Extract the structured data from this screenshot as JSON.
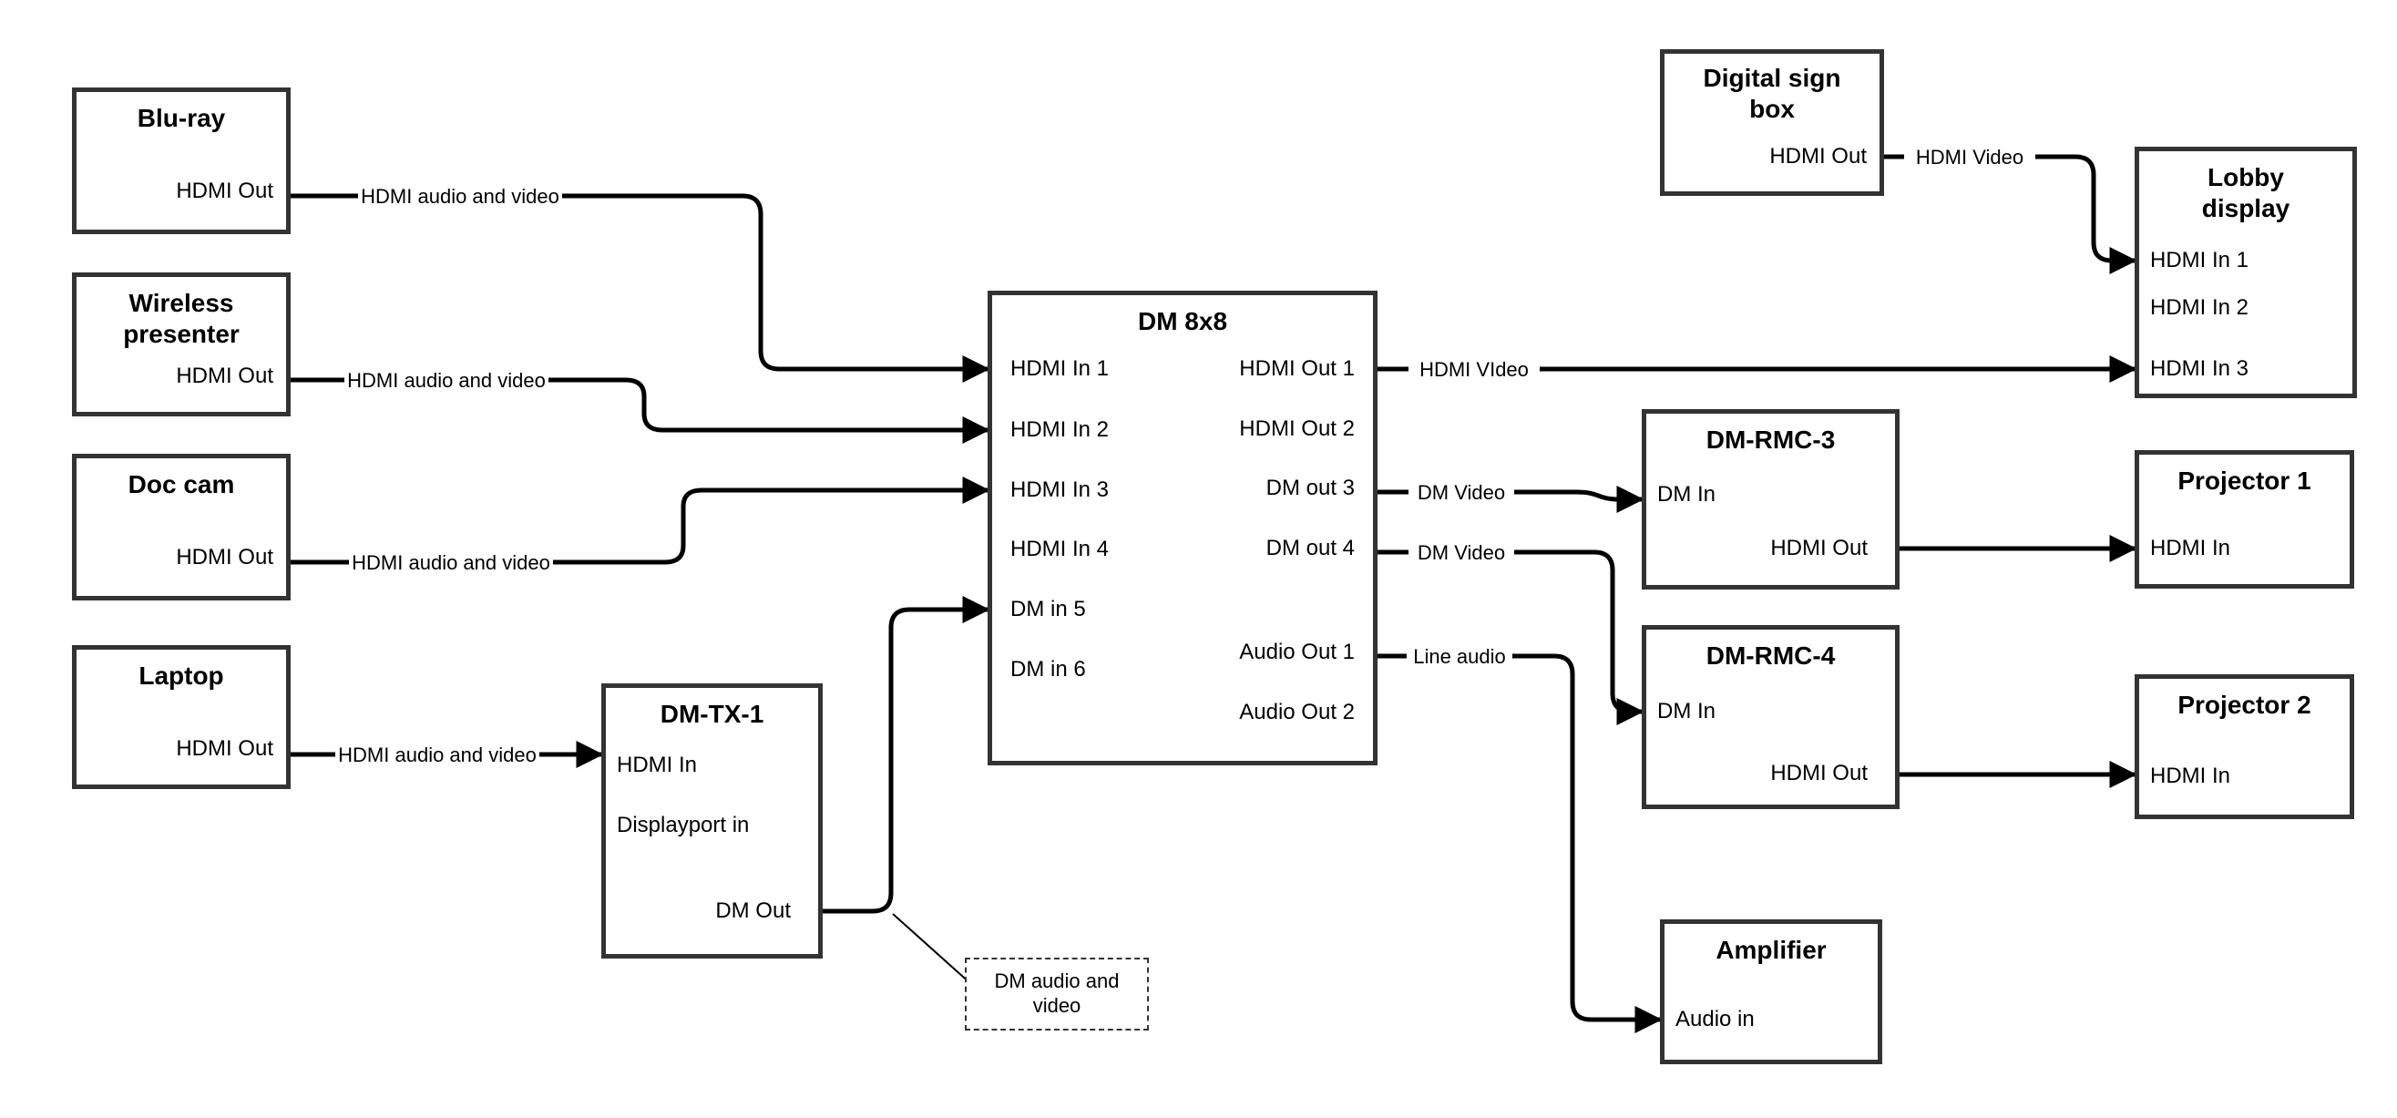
{
  "meta": {
    "background": "#ffffff",
    "wire_color": "#000000",
    "box_border_color": "#333333",
    "diagram_type": "av-signal-flow"
  },
  "nodes": {
    "bluray": {
      "title": "Blu-ray",
      "out_port": "HDMI Out"
    },
    "wireless": {
      "title_lines": [
        "Wireless",
        "presenter"
      ],
      "out_port": "HDMI Out"
    },
    "doccam": {
      "title": "Doc cam",
      "out_port": "HDMI Out"
    },
    "laptop": {
      "title": "Laptop",
      "out_port": "HDMI Out"
    },
    "dmtx1": {
      "title": "DM-TX-1",
      "in_ports": [
        "HDMI In",
        "Displayport in"
      ],
      "out_port": "DM Out"
    },
    "dm8x8": {
      "title": "DM 8x8",
      "in_ports": [
        "HDMI In 1",
        "HDMI In 2",
        "HDMI In 3",
        "HDMI In 4",
        "DM in 5",
        "DM in 6"
      ],
      "out_ports": [
        "HDMI Out 1",
        "HDMI Out 2",
        "DM out 3",
        "DM out 4",
        "Audio Out 1",
        "Audio Out 2"
      ]
    },
    "digitalsign": {
      "title_lines": [
        "Digital sign",
        "box"
      ],
      "out_port": "HDMI Out"
    },
    "lobby": {
      "title_lines": [
        "Lobby",
        "display"
      ],
      "in_ports": [
        "HDMI In 1",
        "HDMI In 2",
        "HDMI In 3"
      ]
    },
    "dmrmc3": {
      "title": "DM-RMC-3",
      "in_port": "DM In",
      "out_port": "HDMI Out"
    },
    "proj1": {
      "title": "Projector 1",
      "in_port": "HDMI In"
    },
    "dmrmc4": {
      "title": "DM-RMC-4",
      "in_port": "DM In",
      "out_port": "HDMI Out"
    },
    "proj2": {
      "title": "Projector 2",
      "in_port": "HDMI In"
    },
    "amplifier": {
      "title": "Amplifier",
      "in_port": "Audio in"
    }
  },
  "wire_labels": {
    "bluray_link": "HDMI audio and video",
    "wireless_link": "HDMI audio and video",
    "doccam_link": "HDMI audio and video",
    "laptop_link": "HDMI audio and video",
    "hdmi_out1_link": "HDMI VIdeo",
    "dm_out3_link": "DM Video",
    "dm_out4_link": "DM Video",
    "audio_out1_link": "Line audio",
    "digitalsign_link": "HDMI Video",
    "callout": "DM audio and video"
  }
}
